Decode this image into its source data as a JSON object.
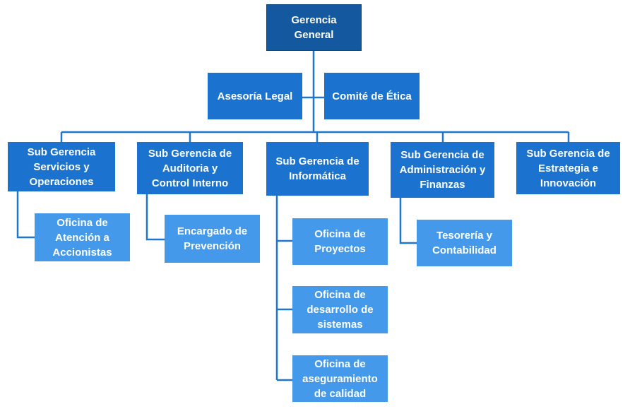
{
  "chart": {
    "top": "Gerencia\nGeneral",
    "advisory": [
      "Asesoría Legal",
      "Comité de Ética"
    ],
    "sub_gerencias": [
      "Sub Gerencia\nServicios y\nOperaciones",
      "Sub Gerencia de\nAuditoria y\nControl Interno",
      "Sub Gerencia de\nInformática",
      "Sub Gerencia de\nAdministración y\nFinanzas",
      "Sub Gerencia de\nEstrategia e\nInnovación"
    ],
    "oficinas": {
      "servicios": "Oficina de\nAtención a\nAccionistas",
      "auditoria": "Encargado de\nPrevención",
      "informatica": [
        "Oficina de\nProyectos",
        "Oficina de\ndesarrollo de\nsistemas",
        "Oficina de\naseguramiento\nde calidad"
      ],
      "administracion": "Tesorería y\nContabilidad"
    }
  },
  "colors": {
    "top": "#14589f",
    "level": "#1b73cf",
    "leaf": "#4499ea",
    "connector": "#1f77cc"
  }
}
